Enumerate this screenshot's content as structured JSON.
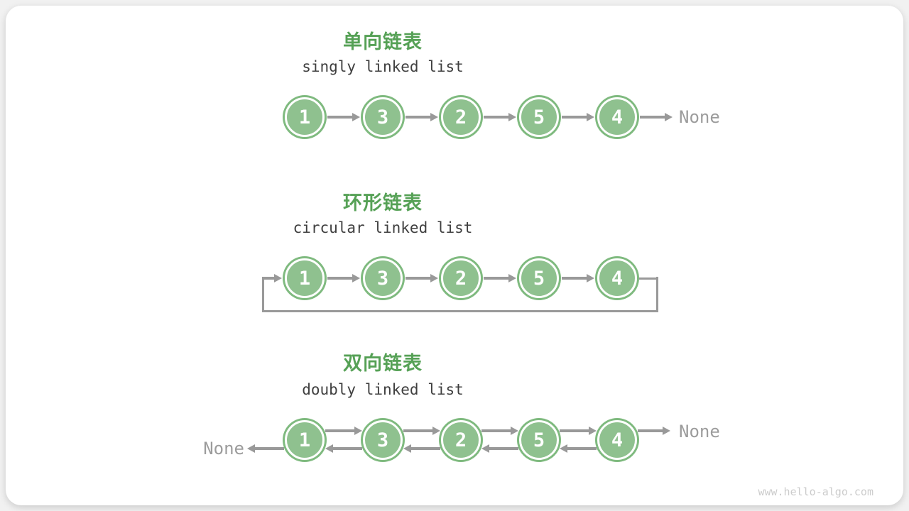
{
  "watermark": "www.hello-algo.com",
  "colors": {
    "title_green": "#56a156",
    "node_fill": "#8fc18f",
    "node_ring": "#7fba7f",
    "arrow_gray": "#999999",
    "none_text": "#9c9c9c",
    "subtitle_text": "#3f3f3f",
    "watermark_text": "#cccccc",
    "card_bg": "#ffffff",
    "page_bg": "#f1f1f1"
  },
  "sections": [
    {
      "title": "单向链表",
      "subtitle": "singly linked list",
      "nodes": [
        "1",
        "3",
        "2",
        "5",
        "4"
      ],
      "tail_label": "None"
    },
    {
      "title": "环形链表",
      "subtitle": "circular linked list",
      "nodes": [
        "1",
        "3",
        "2",
        "5",
        "4"
      ]
    },
    {
      "title": "双向链表",
      "subtitle": "doubly linked list",
      "nodes": [
        "1",
        "3",
        "2",
        "5",
        "4"
      ],
      "head_label": "None",
      "tail_label": "None"
    }
  ]
}
